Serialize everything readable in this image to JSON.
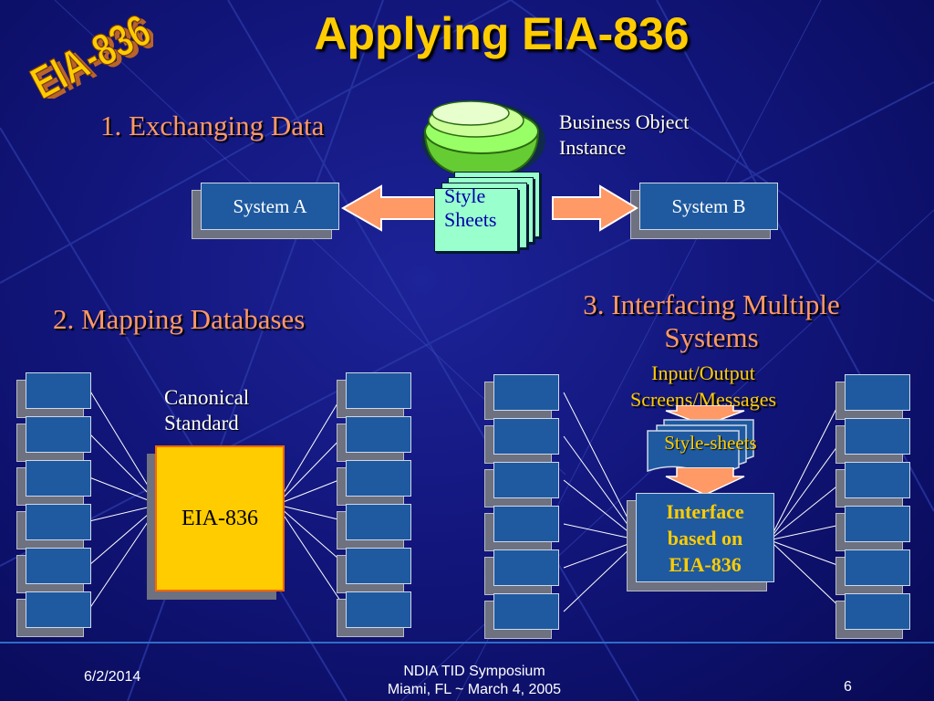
{
  "logo": {
    "text": "EIA-836"
  },
  "title": "Applying EIA-836",
  "section1": {
    "heading": "1. Exchanging Data",
    "business_object_line1": "Business Object",
    "business_object_line2": "Instance",
    "system_a": "System A",
    "system_b": "System B",
    "stylesheet_line1": "Style",
    "stylesheet_line2": "Sheets"
  },
  "section2": {
    "heading": "2. Mapping Databases",
    "canonical_line1": "Canonical",
    "canonical_line2": "Standard",
    "center_box": "EIA-836"
  },
  "section3": {
    "heading_line1": "3. Interfacing Multiple",
    "heading_line2": "Systems",
    "io_line1": "Input/Output",
    "io_line2": "Screens/Messages",
    "stylesheets": "Style-sheets",
    "interface_line1": "Interface",
    "interface_line2": "based on",
    "interface_line3": "EIA-836"
  },
  "footer": {
    "date": "6/2/2014",
    "event_line1": "NDIA TID Symposium",
    "event_line2": "Miami, FL ~ March 4, 2005",
    "page_number": "6"
  },
  "colors": {
    "background": "#12167c",
    "title": "#ffcc00",
    "heading": "#ff9966",
    "box": "#1f5aa0",
    "arrow": "#ff9966",
    "canonical_box": "#ffcc00",
    "stylesheet": "#99ffcc"
  }
}
